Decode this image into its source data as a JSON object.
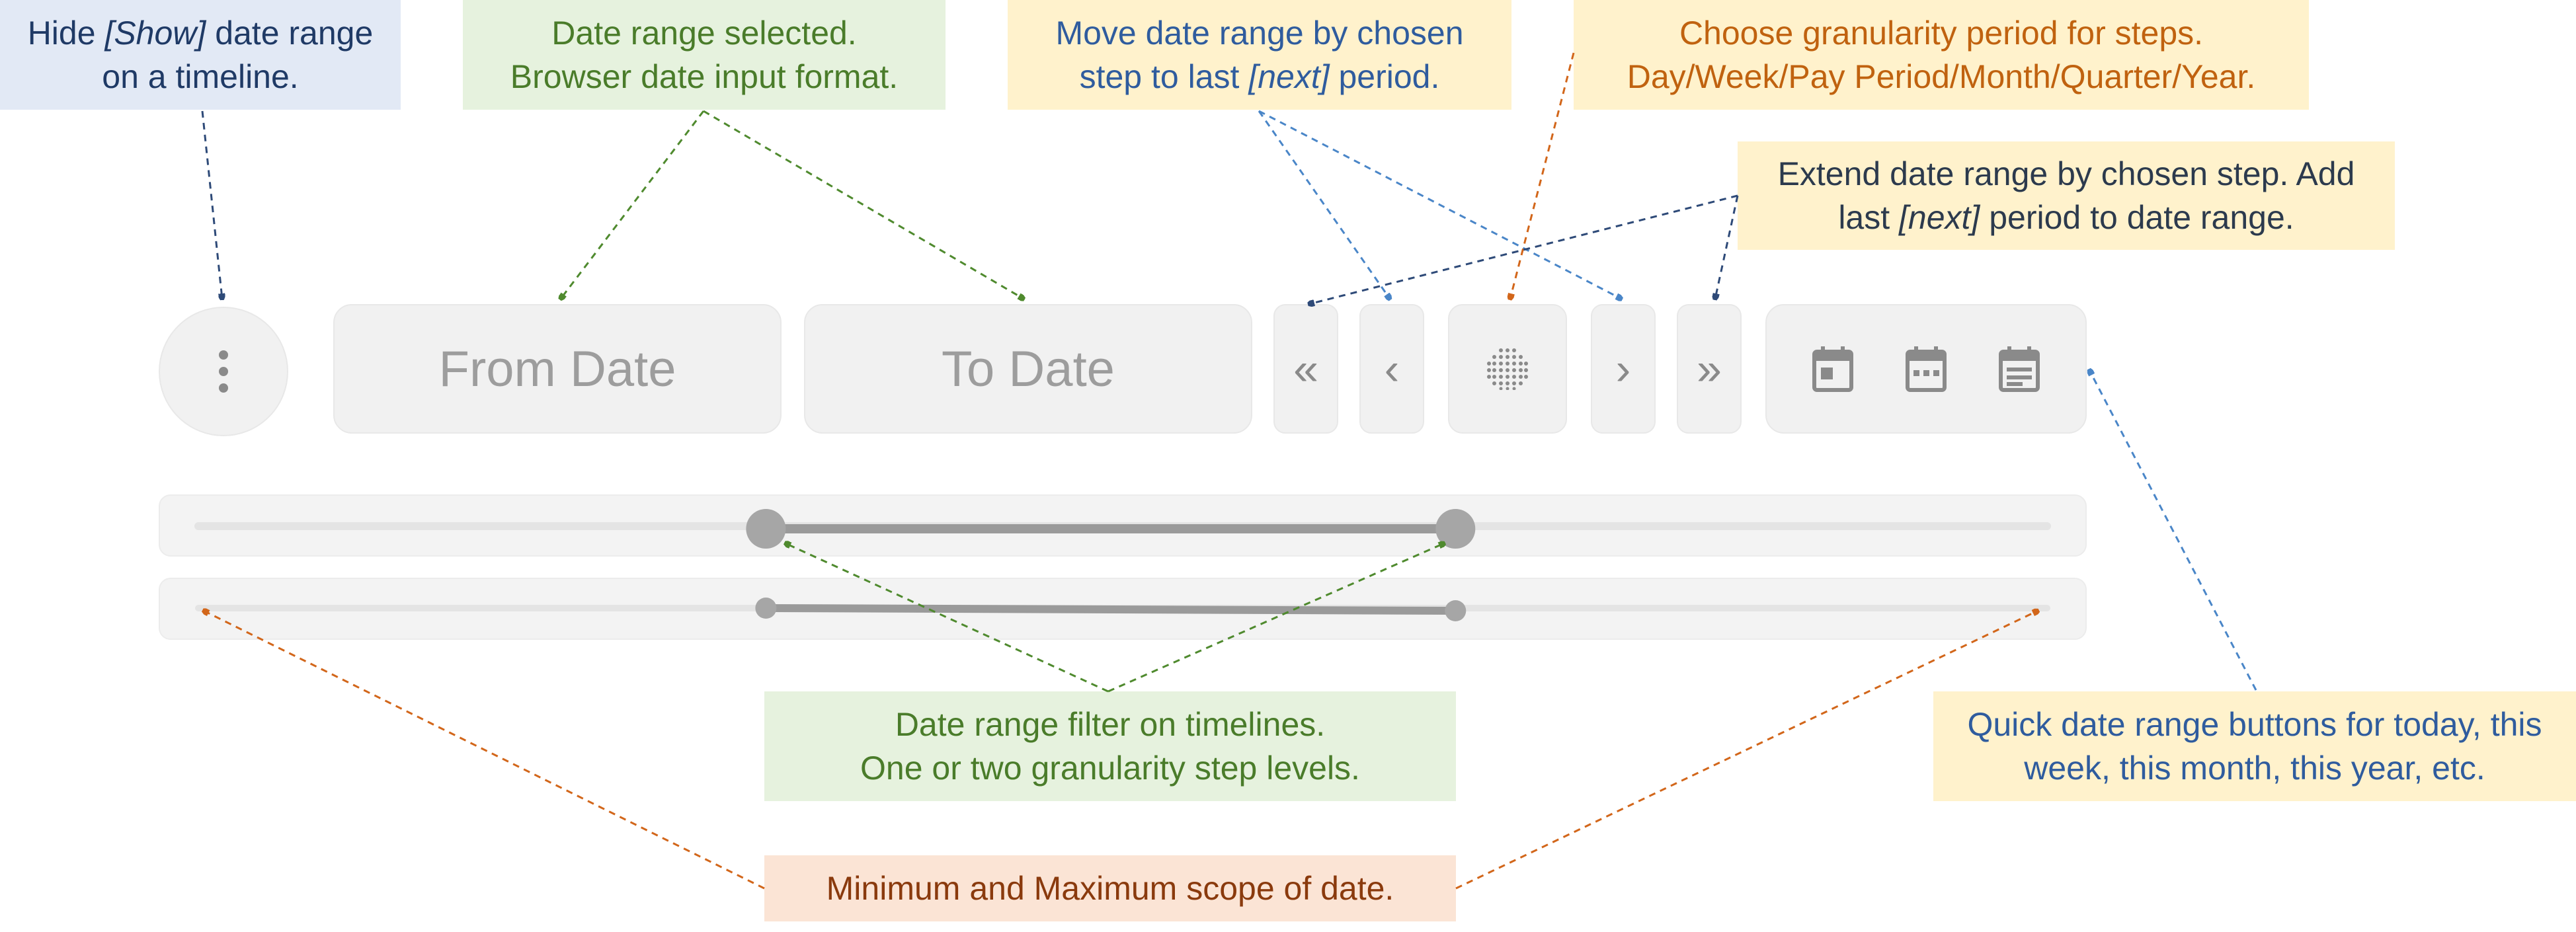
{
  "callouts": {
    "hide_show": {
      "line1_pre": "Hide ",
      "line1_em": "[Show]",
      "line1_post": " date range",
      "line2": "on a timeline."
    },
    "date_selected": {
      "line1": "Date range selected.",
      "line2": "Browser date input format."
    },
    "move_range": {
      "line1": "Move date range by chosen",
      "line2_pre": "step to last ",
      "line2_em": "[next]",
      "line2_post": " period."
    },
    "granularity": {
      "line1": "Choose granularity period for steps.",
      "line2": "Day/Week/Pay Period/Month/Quarter/Year."
    },
    "extend_range": {
      "line1": "Extend date range by chosen step. Add",
      "line2_pre": "last ",
      "line2_em": "[next]",
      "line2_post": " period to date range."
    },
    "timeline_filter": {
      "line1": "Date range filter on timelines.",
      "line2": "One or two granularity step levels."
    },
    "quick_buttons": {
      "line1": "Quick date range buttons for today, this",
      "line2": "week, this month, this year, etc."
    },
    "min_max": {
      "line1": "Minimum and Maximum scope of date."
    }
  },
  "controls": {
    "from_date_placeholder": "From Date",
    "to_date_placeholder": "To Date",
    "extend_back_glyph": "«",
    "step_back_glyph": "‹",
    "step_forward_glyph": "›",
    "extend_forward_glyph": "»",
    "icons": {
      "menu": "vertical-dots-icon",
      "granularity": "dot-grid-icon",
      "today": "calendar-today-icon",
      "week": "calendar-week-icon",
      "month": "calendar-month-icon"
    }
  },
  "colors": {
    "arrow_dark_blue": "#2e4a78",
    "arrow_green": "#4f8a2e",
    "arrow_blue": "#4a86c8",
    "arrow_orange": "#d2661a",
    "slider_range": "#9a9a9a",
    "slider_track": "#e4e4e4"
  },
  "sliders": {
    "primary": {
      "range_start": 0.307,
      "range_end": 0.68
    },
    "secondary": {
      "range_start": 0.307,
      "range_end": 0.68
    }
  }
}
